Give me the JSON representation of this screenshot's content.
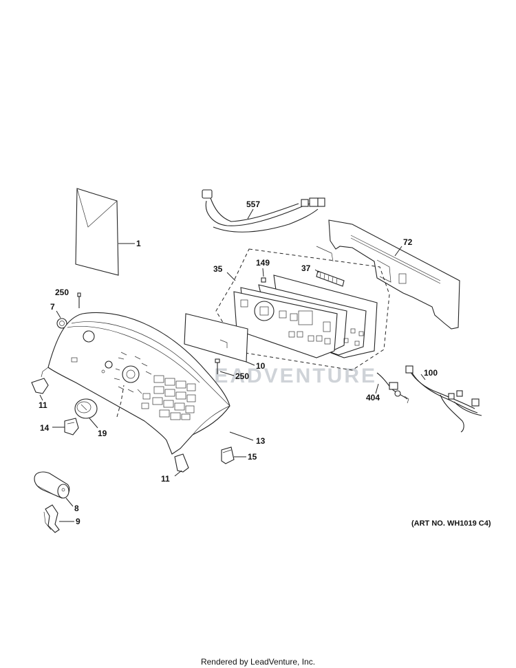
{
  "watermark": "LEADVENTURE",
  "art_number": "(ART NO. WH1019 C4)",
  "footer": "Rendered by LeadVenture, Inc.",
  "callouts": {
    "c1": "1",
    "c557": "557",
    "c72": "72",
    "c35": "35",
    "c149": "149",
    "c37": "37",
    "c250a": "250",
    "c7": "7",
    "c10": "10",
    "c250b": "250",
    "c100": "100",
    "c404": "404",
    "c11a": "11",
    "c14": "14",
    "c19": "19",
    "c13": "13",
    "c15": "15",
    "c11b": "11",
    "c8": "8",
    "c9": "9"
  }
}
